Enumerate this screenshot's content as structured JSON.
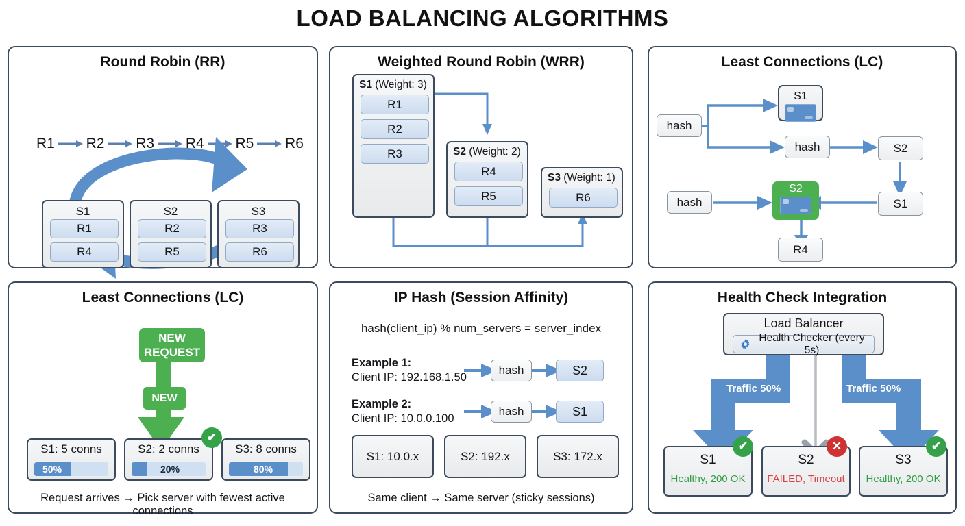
{
  "title": "LOAD BALANCING ALGORITHMS",
  "panels": {
    "round_robin": {
      "title": "Round Robin (RR)",
      "sequence": [
        "R1",
        "R2",
        "R3",
        "R4",
        "R5",
        "R6"
      ],
      "servers": [
        {
          "name": "S1",
          "requests": [
            "R1",
            "R4"
          ]
        },
        {
          "name": "S2",
          "requests": [
            "R2",
            "R5"
          ]
        },
        {
          "name": "S3",
          "requests": [
            "R3",
            "R6"
          ]
        }
      ]
    },
    "weighted_round_robin": {
      "title": "Weighted Round Robin (WRR)",
      "servers": [
        {
          "name": "S1",
          "weight_label": "(Weight: 3)",
          "requests": [
            "R1",
            "R2",
            "R3"
          ]
        },
        {
          "name": "S2",
          "weight_label": "(Weight: 2)",
          "requests": [
            "R4",
            "R5"
          ]
        },
        {
          "name": "S3",
          "weight_label": "(Weight: 1)",
          "requests": [
            "R6"
          ]
        }
      ]
    },
    "least_connections_flow": {
      "title": "Least Connections (LC)",
      "nodes": {
        "hash1": "hash",
        "hash2": "hash",
        "hash3": "hash",
        "s1_top": "S1",
        "s2_right": "S2",
        "s1_right": "S1",
        "s2_selected": "S2",
        "r4": "R4"
      }
    },
    "least_connections_bars": {
      "title": "Least Connections (LC)",
      "new_request_label": "NEW\nREQUEST",
      "arrow_label": "NEW",
      "servers": [
        {
          "label": "S1: 5 conns",
          "percent_label": "50%",
          "percent": 50,
          "selected": false
        },
        {
          "label": "S2: 2 conns",
          "percent_label": "20%",
          "percent": 20,
          "selected": true
        },
        {
          "label": "S3: 8 conns",
          "percent_label": "80%",
          "percent": 80,
          "selected": false
        }
      ],
      "caption": "Request arrives → Pick server with fewest active connections"
    },
    "ip_hash": {
      "title": "IP Hash (Session Affinity)",
      "formula": "hash(client_ip) % num_servers = server_index",
      "examples": [
        {
          "title": "Example 1:",
          "client": "Client IP: 192.168.1.50",
          "hash_label": "hash",
          "target": "S2"
        },
        {
          "title": "Example 2:",
          "client": "Client IP: 10.0.0.100",
          "hash_label": "hash",
          "target": "S1"
        }
      ],
      "servers": [
        "S1: 10.0.x",
        "S2: 192.x",
        "S3: 172.x"
      ],
      "caption": "Same client → Same server (sticky sessions)"
    },
    "health_check": {
      "title": "Health Check Integration",
      "load_balancer_label": "Load Balancer",
      "health_checker_label": "Health Checker (every 5s)",
      "health_checker_icon": "gear-icon",
      "traffic_labels": [
        "Traffic 50%",
        "Traffic 50%"
      ],
      "servers": [
        {
          "name": "S1",
          "status": "Healthy, 200 OK",
          "healthy": true
        },
        {
          "name": "S2",
          "status": "FAILED, Timeout",
          "healthy": false
        },
        {
          "name": "S3",
          "status": "Healthy, 200 OK",
          "healthy": true
        }
      ]
    }
  },
  "icons": {
    "check": "✔",
    "cross": "✕"
  },
  "colors": {
    "accent_blue": "#5b8fc9",
    "green": "#4caf50",
    "ok_green": "#35a148",
    "fail_red": "#cf3232",
    "border_dark": "#3c4a5e",
    "status_ok_text": "#2f9e41",
    "status_fail_text": "#d94141"
  }
}
